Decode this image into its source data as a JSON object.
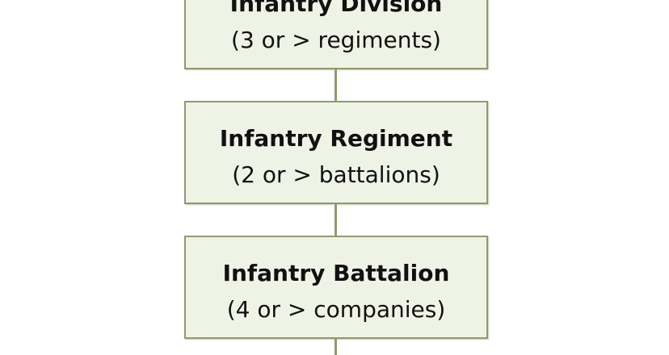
{
  "nodes": [
    {
      "title": "Infantry Division",
      "subtitle": "(3 or > regiments)"
    },
    {
      "title": "Infantry Regiment",
      "subtitle": "(2 or > battalions)"
    },
    {
      "title": "Infantry Battalion",
      "subtitle": "(4 or > companies)"
    }
  ],
  "colors": {
    "box_fill": "#eff3e6",
    "box_border": "#8e9c6c",
    "connector": "#8e9c6c"
  }
}
